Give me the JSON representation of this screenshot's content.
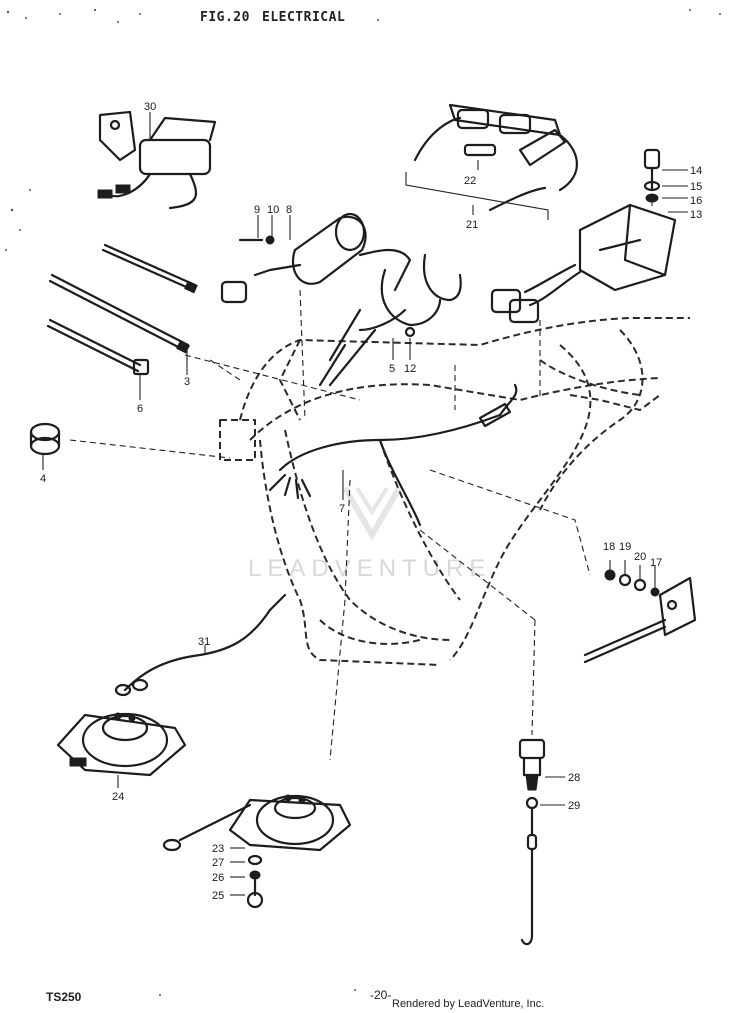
{
  "header": {
    "figure": "FIG.20",
    "title": "ELECTRICAL"
  },
  "footer": {
    "model": "TS250",
    "page": "-20-",
    "rendered_by": "Rendered by LeadVenture, Inc."
  },
  "watermark": {
    "text": "LEADVENTURE"
  },
  "callouts": [
    "30",
    "22",
    "21",
    "14",
    "15",
    "16",
    "13",
    "9",
    "10",
    "8",
    "3",
    "6",
    "4",
    "5",
    "12",
    "7",
    "18",
    "19",
    "20",
    "17",
    "31",
    "24",
    "28",
    "29",
    "23",
    "27",
    "26",
    "25"
  ]
}
